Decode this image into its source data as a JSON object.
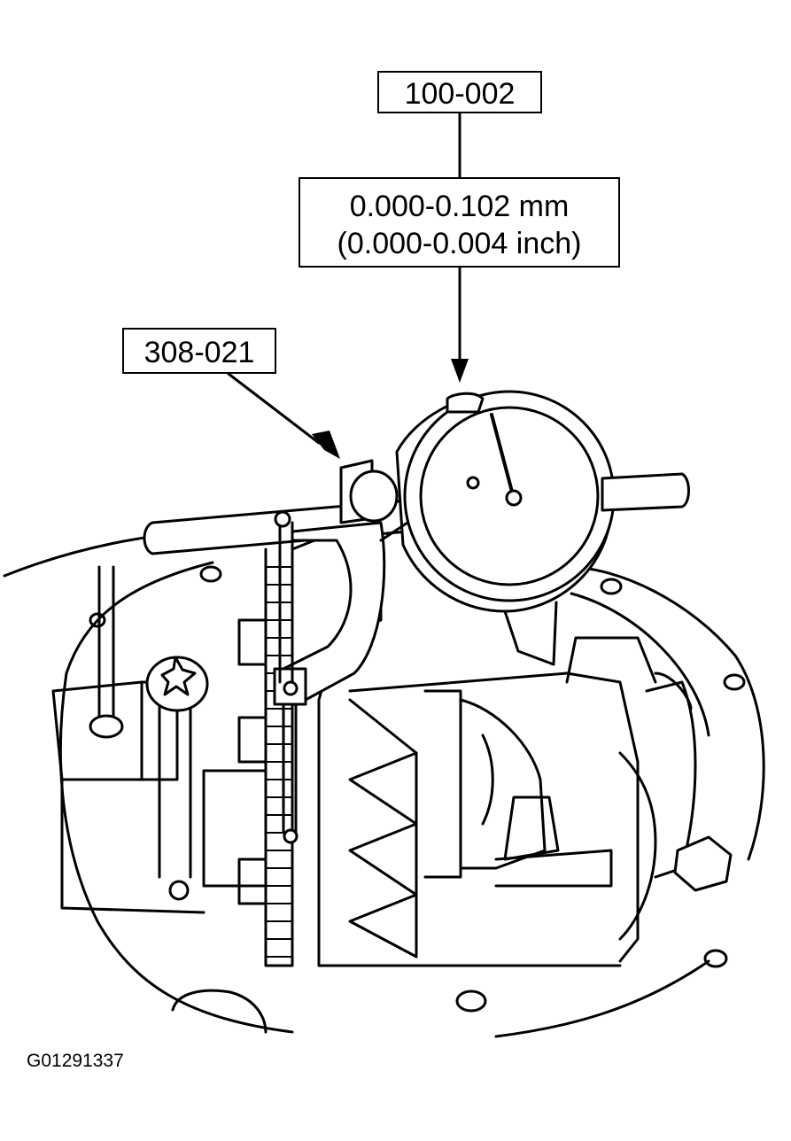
{
  "callouts": {
    "dial_indicator_tool": "100-002",
    "spec_metric": "0.000-0.102 mm",
    "spec_imperial": "(0.000-0.004 inch)",
    "magnetic_base_tool": "308-021"
  },
  "figure_code": "G01291337"
}
